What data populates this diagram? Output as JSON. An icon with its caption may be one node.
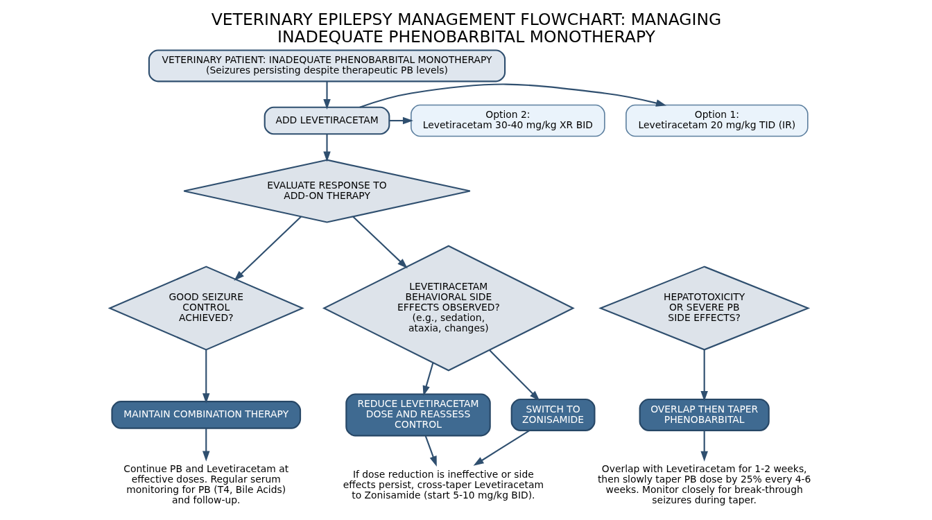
{
  "diagram": {
    "title": "VETERINARY EPILEPSY MANAGEMENT FLOWCHART: MANAGING INADEQUATE PHENOBARBITAL MONOTHERAPY",
    "nodes": [
      {
        "text": [
          "VETERINARY PATIENT: INADEQUATE PHENOBARBITAL MONOTHERAPY",
          "(Seizures persisting despite therapeutic PB levels)"
        ]
      },
      {
        "text": [
          "ADD LEVETIRACETAM"
        ]
      },
      {
        "text": [
          "Option 1:",
          "Levetiracetam 20 mg/kg TID (IR)"
        ]
      },
      {
        "text": [
          "Option 2:",
          "Levetiracetam 30-40 mg/kg XR BID"
        ]
      },
      {
        "text": [
          "EVALUATE RESPONSE TO ADD-ON THERAPY"
        ]
      },
      {
        "text": [
          "HEPATOTOXICITY OR SEVERE PB SIDE EFFECTS?"
        ]
      },
      {
        "text": [
          "GOOD SEIZURE CONTROL ACHIEVED?"
        ]
      },
      {
        "text": [
          "LEVETIRACETAM BEHAVIORAL SIDE EFFECTS OBSERVED?",
          "(e.g., sedation, ataxia, changes)"
        ]
      },
      {
        "text": [
          "OVERLAP THEN TAPER PHENOBARBITAL"
        ]
      },
      {
        "text": [
          "Overlap with Levetiracetam for 1-2 weeks, then slowly taper PB dose by 25% every 4-6 weeks. Monitor closely for break-through seizures during taper."
        ]
      },
      {
        "text": [
          "MAINTAIN COMBINATION THERAPY"
        ]
      },
      {
        "text": [
          "Continue PB and Levetiracetam at effective doses. Regular serum monitoring for PB (T4, Bile Acids) and follow-up."
        ]
      },
      {
        "text": [
          "REDUCE LEVETIRACETAM DOSE AND REASSESS CONTROL"
        ]
      },
      {
        "text": [
          "SWITCH TO ZONISAMIDE"
        ]
      },
      {
        "text": [
          "If dose reduction is ineffective or side effects persist, cross-taper Levetiracetam to Zonisamide (start 5-10 mg/kg BID)."
        ]
      }
    ],
    "edges": [
      {
        "from": 0,
        "to": 1,
        "arrow": "to"
      },
      {
        "from": 1,
        "to": 2,
        "arrow": "to"
      },
      {
        "from": 1,
        "to": 3,
        "arrow": "to"
      },
      {
        "from": 1,
        "to": 4,
        "arrow": "to"
      },
      {
        "from": 4,
        "to": 6,
        "arrow": "to"
      },
      {
        "from": 4,
        "to": 7,
        "arrow": "to"
      },
      {
        "from": 5,
        "to": 8,
        "arrow": "to"
      },
      {
        "from": 8,
        "to": 9,
        "arrow": "to"
      },
      {
        "from": 6,
        "to": 10,
        "arrow": "to"
      },
      {
        "from": 10,
        "to": 11,
        "arrow": "to"
      },
      {
        "from": 7,
        "to": 12,
        "arrow": "to"
      },
      {
        "from": 7,
        "to": 13,
        "arrow": "to"
      },
      {
        "from": 12,
        "to": 14,
        "arrow": "to"
      },
      {
        "from": 13,
        "to": 14,
        "arrow": "to"
      }
    ]
  }
}
